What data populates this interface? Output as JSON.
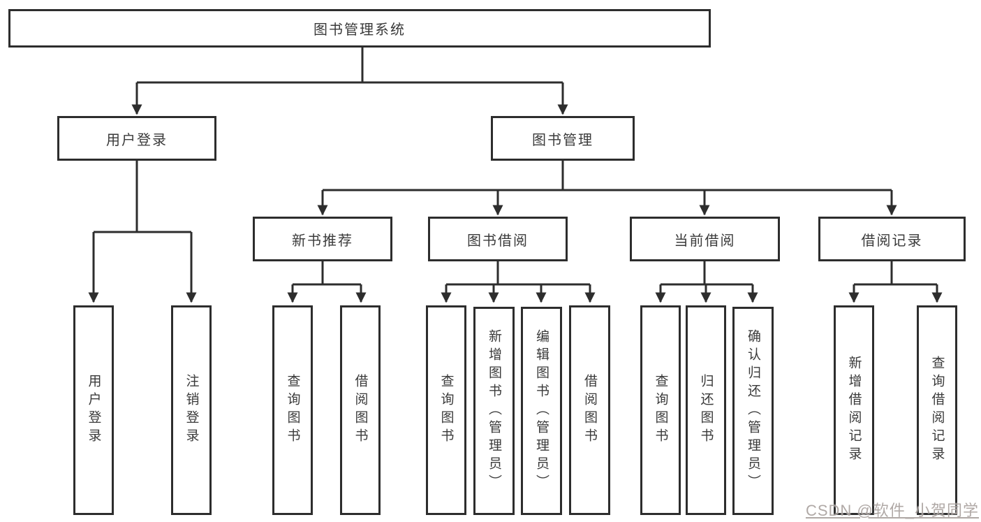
{
  "diagram": {
    "tree": {
      "label": "图书管理系统",
      "children": [
        {
          "label": "用户登录",
          "children": [
            {
              "label": "用户登录"
            },
            {
              "label": "注销登录"
            }
          ]
        },
        {
          "label": "图书管理",
          "children": [
            {
              "label": "新书推荐",
              "children": [
                {
                  "label": "查询图书"
                },
                {
                  "label": "借阅图书"
                }
              ]
            },
            {
              "label": "图书借阅",
              "children": [
                {
                  "label": "查询图书"
                },
                {
                  "label": "新增图书（管理员）"
                },
                {
                  "label": "编辑图书（管理员）"
                },
                {
                  "label": "借阅图书"
                }
              ]
            },
            {
              "label": "当前借阅",
              "children": [
                {
                  "label": "查询图书"
                },
                {
                  "label": "归还图书"
                },
                {
                  "label": "确认归还（管理员）"
                }
              ]
            },
            {
              "label": "借阅记录",
              "children": [
                {
                  "label": "新增借阅记录"
                },
                {
                  "label": "查询借阅记录"
                }
              ]
            }
          ]
        }
      ]
    },
    "colors": {
      "line": "#2d2d2d",
      "box_border": "#2d2d2d",
      "box_fill": "#ffffff",
      "text": "#3a3a3a",
      "background": "#ffffff",
      "watermark": "#aaa29f"
    }
  },
  "watermark": {
    "text": "CSDN @软件_小贺同学"
  }
}
